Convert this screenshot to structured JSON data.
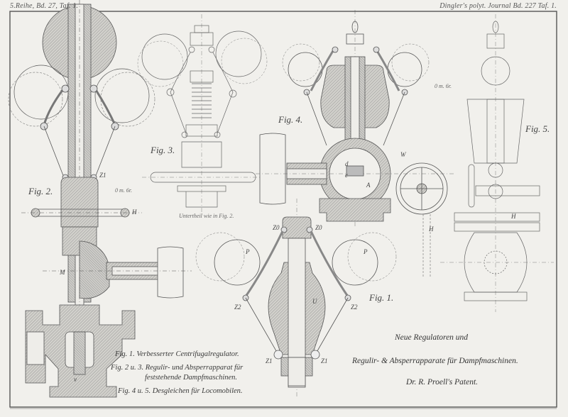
{
  "header": {
    "left": "5.Reihe, Bd. 27, Taf. 1.",
    "right": "Dingler's polyt. Journal Bd. 227 Taf. 1."
  },
  "figures": {
    "fig1": "Fig. 1.",
    "fig2": "Fig. 2.",
    "fig3": "Fig. 3.",
    "fig4": "Fig. 4.",
    "fig5": "Fig. 5."
  },
  "annotations": {
    "fig3_note": "Untertheil wie in Fig. 2.",
    "scale_fig2": "0 m. 6r.",
    "scale_fig4": "0 m. 6r."
  },
  "part_letters": {
    "H": "H",
    "M": "M",
    "W": "W",
    "P": "P",
    "U": "U",
    "Z1": "Z1",
    "Z2": "Z2",
    "Z0": "Z0",
    "A": "A",
    "d": "d",
    "c": "c",
    "v": "v"
  },
  "legend": {
    "line1": "Fig. 1.  Verbesserter Centrifugalregulator.",
    "line2": "Fig. 2 u. 3.  Regulir- und Absperrapparat für",
    "line3": "feststehende Dampfmaschinen.",
    "line4": "Fig. 4 u. 5.  Desgleichen für Locomobilen."
  },
  "title_block": {
    "line1": "Neue Regulatoren und",
    "line2": "Regulir- & Absperrapparate für Dampfmaschinen.",
    "line3": "Dr. R. Proell's Patent."
  },
  "colors": {
    "paper": "#f1f0ec",
    "ink": "#4a4a4a",
    "hatch": "#9a9a9a",
    "border": "#555555"
  }
}
